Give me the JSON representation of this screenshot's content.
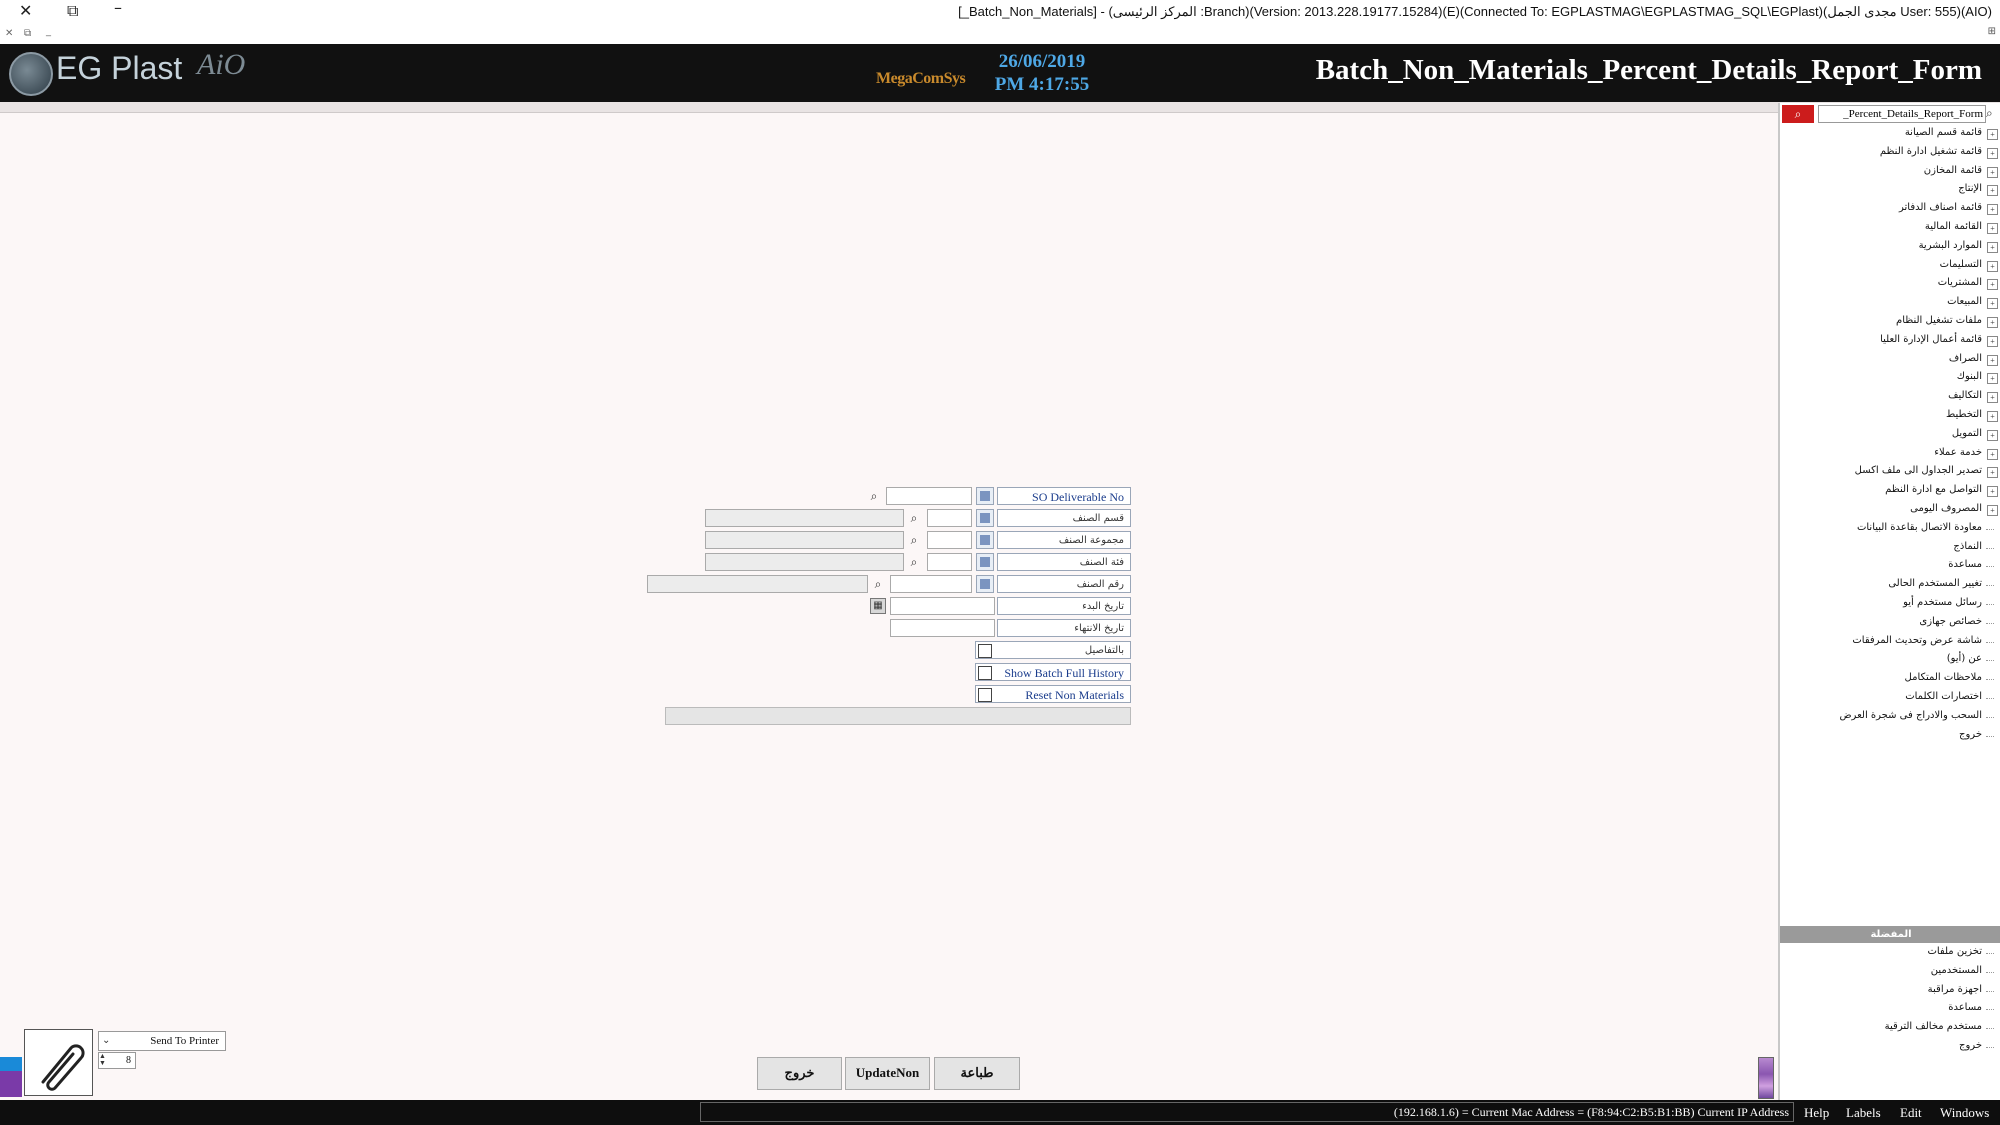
{
  "window": {
    "title": "[_Batch_Non_Materials] - (المركز الرئيسى :Branch)(Version: 2013.228.19177.15284)(E)(Connected To: EGPLASTMAG\\EGPLASTMAG_SQL\\EGPlast)(مجدى الجمل User: 555)(AIO)"
  },
  "header": {
    "logo_text": "EG Plast",
    "logo_suffix": "AiO",
    "brand": "MegaComSys",
    "date": "26/06/2019",
    "time": "PM 4:17:55",
    "form_title": "Batch_Non_Materials_Percent_Details_Report_Form"
  },
  "sidebar": {
    "search_value": "_Percent_Details_Report_Form",
    "tree_items": [
      {
        "label": "قائمة قسم الصيانة",
        "expandable": true
      },
      {
        "label": "قائمة تشغيل ادارة النظم",
        "expandable": true
      },
      {
        "label": "قائمة المخازن",
        "expandable": true
      },
      {
        "label": "الإنتاج",
        "expandable": true
      },
      {
        "label": "قائمة اصناف الدفاتر",
        "expandable": true
      },
      {
        "label": "القائمة المالية",
        "expandable": true
      },
      {
        "label": "الموارد البشرية",
        "expandable": true
      },
      {
        "label": "التسليمات",
        "expandable": true
      },
      {
        "label": "المشتريات",
        "expandable": true
      },
      {
        "label": "المبيعات",
        "expandable": true
      },
      {
        "label": "ملفات تشغيل النظام",
        "expandable": true
      },
      {
        "label": "قائمة أعمال الإدارة العليا",
        "expandable": true
      },
      {
        "label": "الصراف",
        "expandable": true
      },
      {
        "label": "البنوك",
        "expandable": true
      },
      {
        "label": "التكاليف",
        "expandable": true
      },
      {
        "label": "التخطيط",
        "expandable": true
      },
      {
        "label": "التمويل",
        "expandable": true
      },
      {
        "label": "خدمة عملاء",
        "expandable": true
      },
      {
        "label": "تصدير الجداول الى ملف اكسل",
        "expandable": true
      },
      {
        "label": "التواصل مع ادارة النظم",
        "expandable": true
      },
      {
        "label": "المصروف اليومى",
        "expandable": true
      },
      {
        "label": "معاودة الاتصال بقاعدة البيانات",
        "expandable": false
      },
      {
        "label": "النماذج",
        "expandable": false
      },
      {
        "label": "مساعدة",
        "expandable": false
      },
      {
        "label": "تغيير المستخدم الحالى",
        "expandable": false
      },
      {
        "label": "رسائل مستخدم أيو",
        "expandable": false
      },
      {
        "label": "خصائص جهازى",
        "expandable": false
      },
      {
        "label": "شاشة عرض وتحديث المرفقات",
        "expandable": false
      },
      {
        "label": "عن (أيو)",
        "expandable": false
      },
      {
        "label": "ملاحظات المتكامل",
        "expandable": false
      },
      {
        "label": "اختصارات الكلمات",
        "expandable": false
      },
      {
        "label": "السحب والادراج فى شجرة العرض",
        "expandable": false
      },
      {
        "label": "خروج",
        "expandable": false
      }
    ],
    "favorites_header": "المفضلة",
    "favorites": [
      "تخزين ملفات",
      "المستخدمين",
      "اجهزة مراقبة",
      "مساعدة",
      "مستخدم مخالف الترقية",
      "خروج"
    ]
  },
  "form": {
    "so_label": "SO Deliverable No",
    "so_value": "",
    "item_section_label": "قسم الصنف",
    "item_group_label": "مجموعة الصنف",
    "item_category_label": "فئة الصنف",
    "item_no_label": "رقم الصنف",
    "start_date_label": "تاريخ البدء",
    "end_date_label": "تاريخ الانتهاء",
    "details_label": "بالتفاصيل",
    "details_checked": false,
    "batch_history_label": "Show Batch Full History",
    "batch_history_checked": false,
    "reset_label": "Reset Non Materials",
    "reset_checked": false
  },
  "bottom": {
    "printer_select": "Send To Printer",
    "copies": "8",
    "exit_label": "خروج",
    "update_label": "UpdateNon",
    "print_label": "طباعة"
  },
  "status": {
    "text": "(192.168.1.6) = Current Mac Address = (F8:94:C2:B5:B1:BB) Current IP Address",
    "menus": [
      "Help",
      "Labels",
      "Edit",
      "Windows"
    ]
  }
}
